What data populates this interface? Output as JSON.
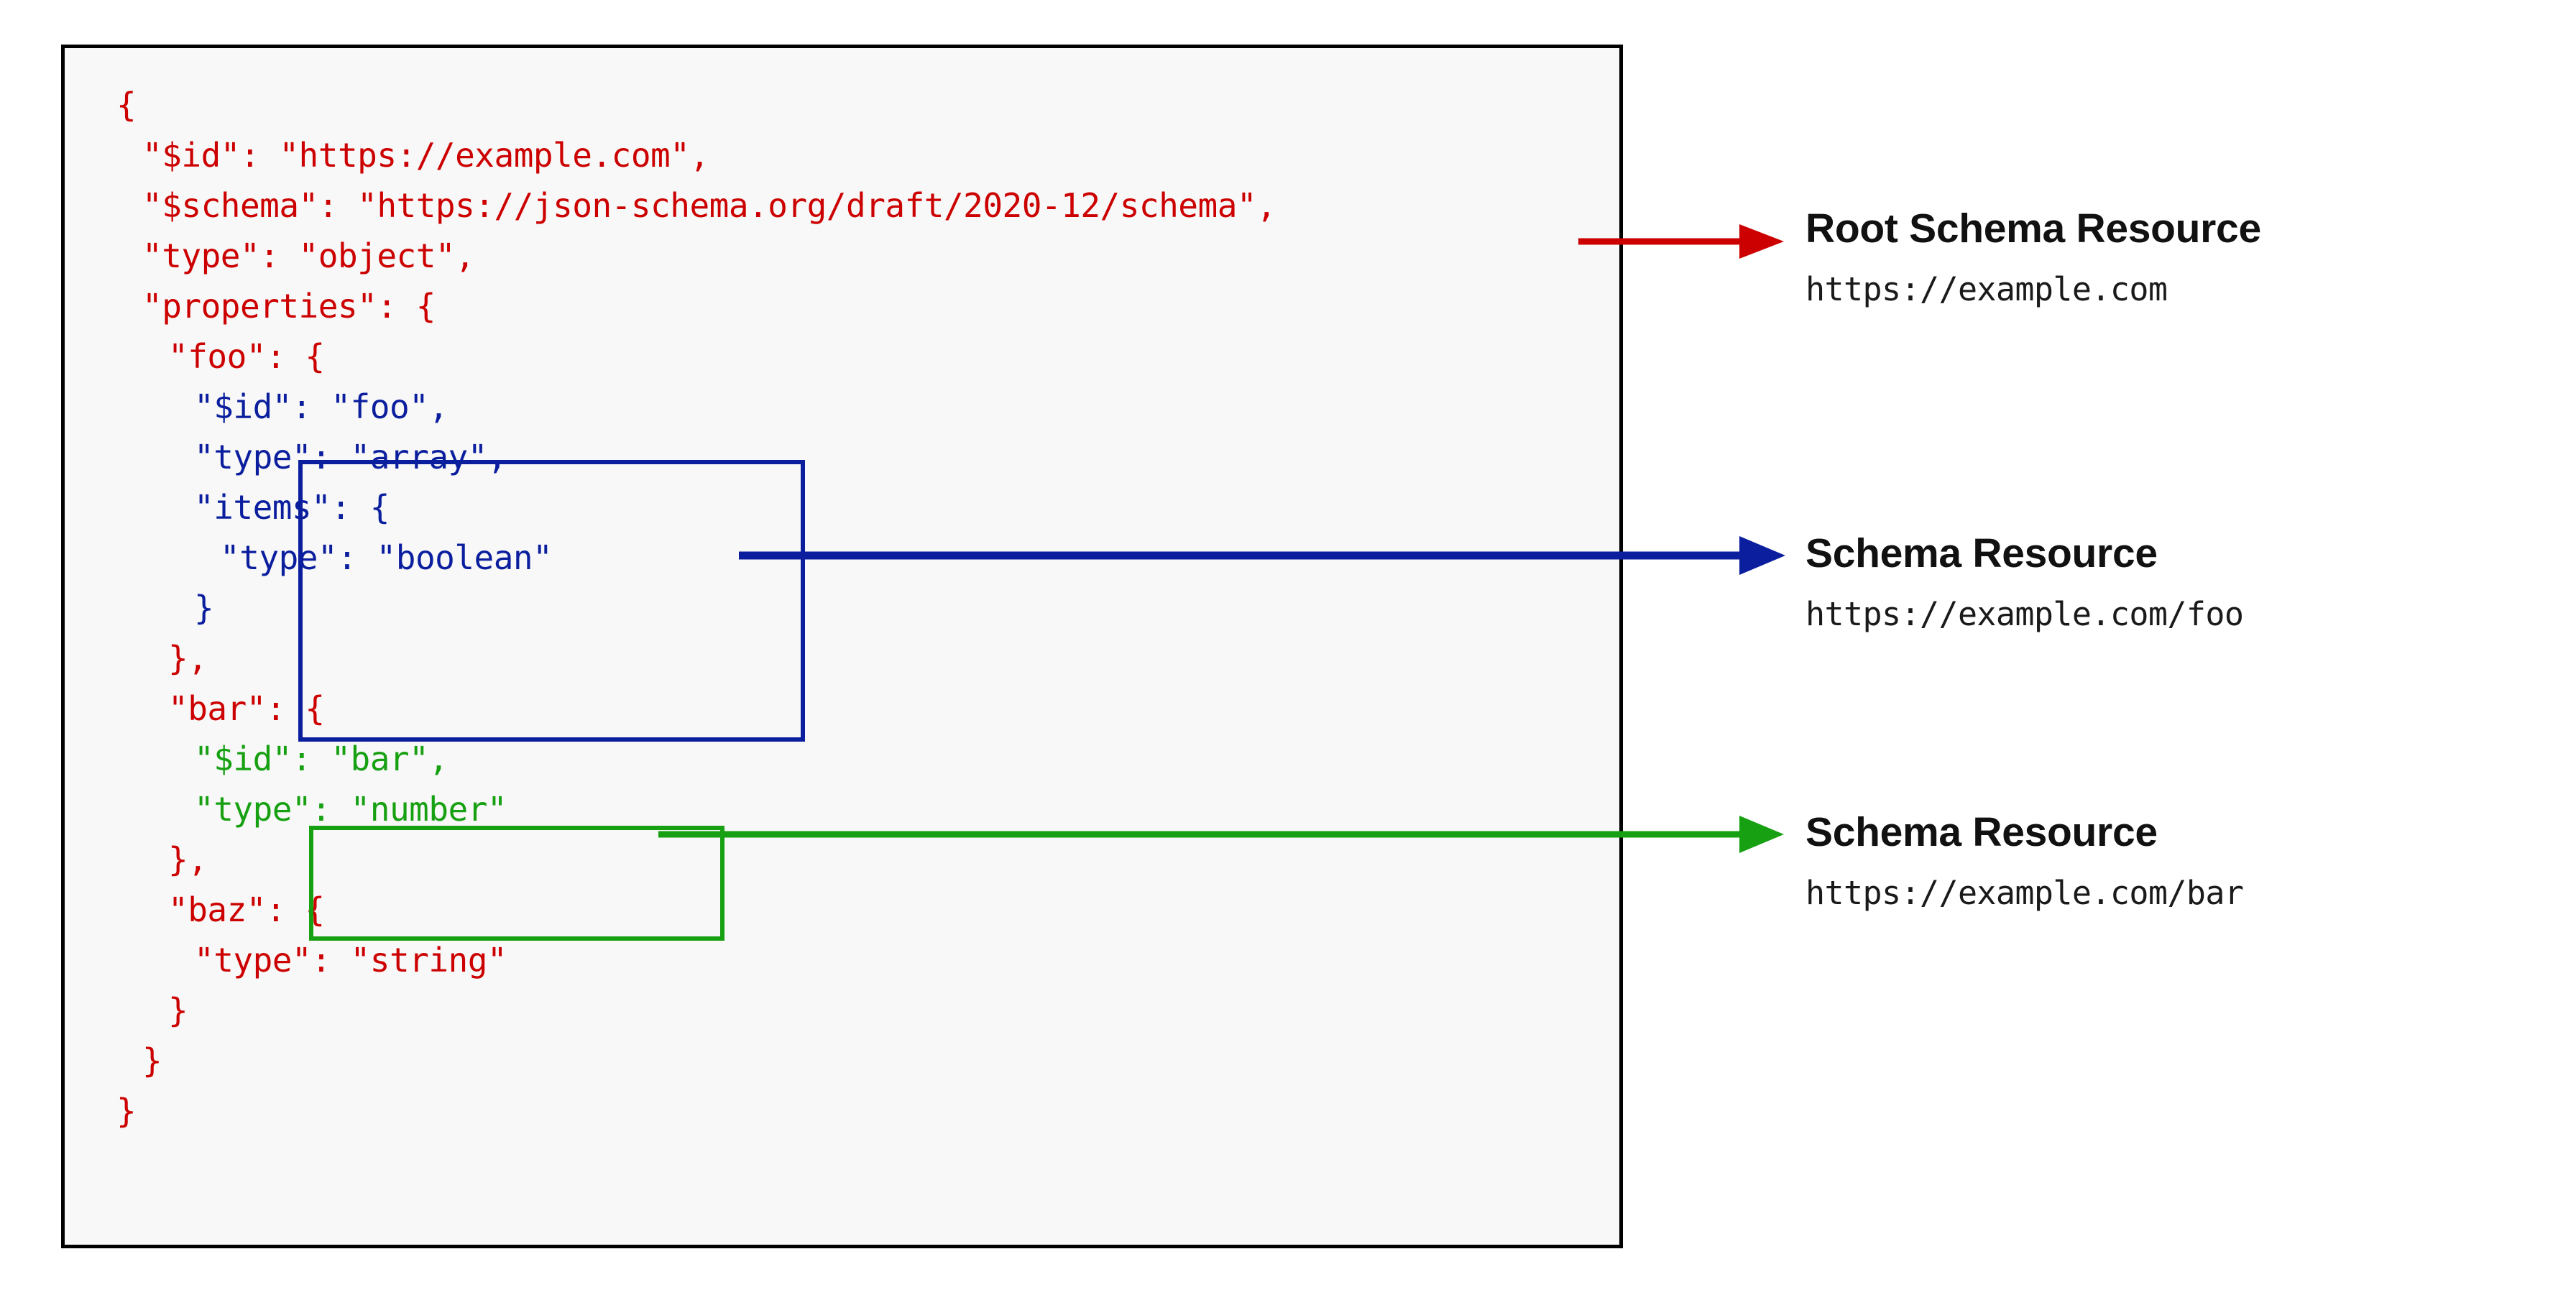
{
  "diagram": {
    "title": "JSON Schema resources and their identifiers",
    "colors": {
      "root_schema": "#cc0000",
      "foo_schema": "#0b1f9e",
      "bar_schema": "#17a012",
      "panel_border": "#000000",
      "panel_background": "#f8f8f8",
      "label_text": "#111111"
    }
  },
  "code": {
    "language": "json",
    "lines": [
      {
        "indent": 0,
        "text": "{",
        "color": "red"
      },
      {
        "indent": 1,
        "text": "\"$id\": \"https://example.com\",",
        "color": "red"
      },
      {
        "indent": 1,
        "text": "\"$schema\": \"https://json-schema.org/draft/2020-12/schema\",",
        "color": "red"
      },
      {
        "indent": 1,
        "text": "\"type\": \"object\",",
        "color": "red"
      },
      {
        "indent": 1,
        "text": "\"properties\": {",
        "color": "red"
      },
      {
        "indent": 2,
        "text": "\"foo\": {",
        "color": "red"
      },
      {
        "indent": 3,
        "text": "\"$id\": \"foo\",",
        "color": "blue"
      },
      {
        "indent": 3,
        "text": "\"type\": \"array\",",
        "color": "blue"
      },
      {
        "indent": 3,
        "text": "\"items\": {",
        "color": "blue"
      },
      {
        "indent": 4,
        "text": "\"type\": \"boolean\"",
        "color": "blue"
      },
      {
        "indent": 3,
        "text": "}",
        "color": "blue"
      },
      {
        "indent": 2,
        "text": "},",
        "color": "red"
      },
      {
        "indent": 2,
        "text": "\"bar\": {",
        "color": "red"
      },
      {
        "indent": 3,
        "text": "\"$id\": \"bar\",",
        "color": "green"
      },
      {
        "indent": 3,
        "text": "\"type\": \"number\"",
        "color": "green"
      },
      {
        "indent": 2,
        "text": "},",
        "color": "red"
      },
      {
        "indent": 2,
        "text": "\"baz\": {",
        "color": "red"
      },
      {
        "indent": 3,
        "text": "\"type\": \"string\"",
        "color": "red"
      },
      {
        "indent": 2,
        "text": "}",
        "color": "red"
      },
      {
        "indent": 1,
        "text": "}",
        "color": "red"
      },
      {
        "indent": 0,
        "text": "}",
        "color": "red"
      }
    ]
  },
  "highlights": [
    {
      "name": "foo-schema-resource-box",
      "color": "#0b1f9e"
    },
    {
      "name": "bar-schema-resource-box",
      "color": "#17a012"
    }
  ],
  "labels": [
    {
      "title": "Root Schema Resource",
      "uri": "https://example.com",
      "color": "#cc0000"
    },
    {
      "title": "Schema Resource",
      "uri": "https://example.com/foo",
      "color": "#0b1f9e"
    },
    {
      "title": "Schema Resource",
      "uri": "https://example.com/bar",
      "color": "#17a012"
    }
  ],
  "connectors": [
    {
      "name": "root-schema-arrow",
      "color": "#cc0000"
    },
    {
      "name": "foo-schema-arrow",
      "color": "#0b1f9e"
    },
    {
      "name": "bar-schema-arrow",
      "color": "#17a012"
    }
  ]
}
